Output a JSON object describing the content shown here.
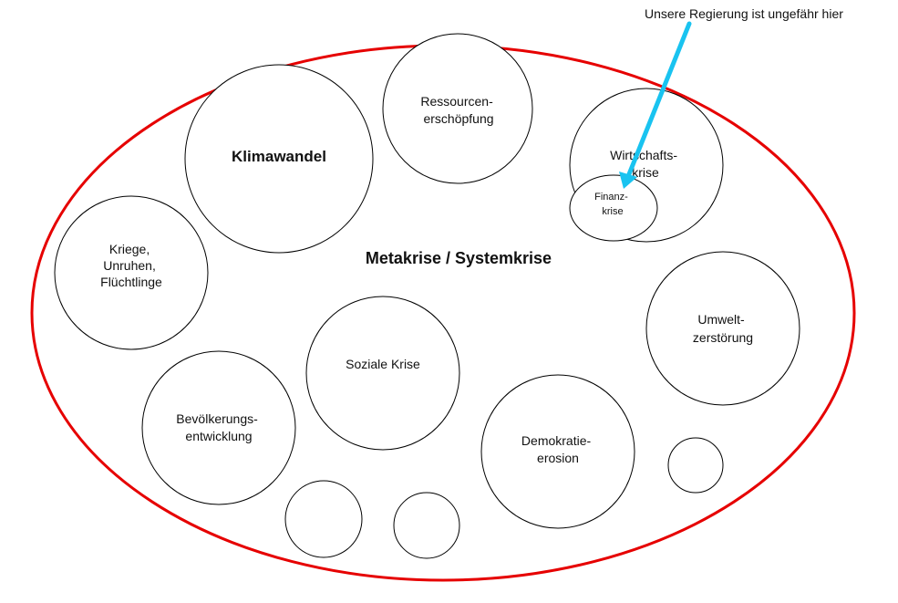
{
  "colors": {
    "outer_ellipse": "#e60000",
    "arrow": "#19c3f0",
    "circle_stroke": "#000000"
  },
  "center_label": "Metakrise / Systemkrise",
  "annotation": "Unsere Regierung ist ungefähr hier",
  "circles": {
    "klima": [
      "Klimawandel"
    ],
    "ressourcen": [
      "Ressourcen-",
      "erschöpfung"
    ],
    "wirtschaft": [
      "Wirtschafts-",
      "krise"
    ],
    "finanz": [
      "Finanz-",
      "krise"
    ],
    "kriege": [
      "Kriege,",
      "Unruhen,",
      "Flüchtlinge"
    ],
    "umwelt": [
      "Umwelt-",
      "zerstörung"
    ],
    "sozial": [
      "Soziale Krise"
    ],
    "bevoelkerung": [
      "Bevölkerungs-",
      "entwicklung"
    ],
    "demokratie": [
      "Demokratie-",
      "erosion"
    ]
  }
}
